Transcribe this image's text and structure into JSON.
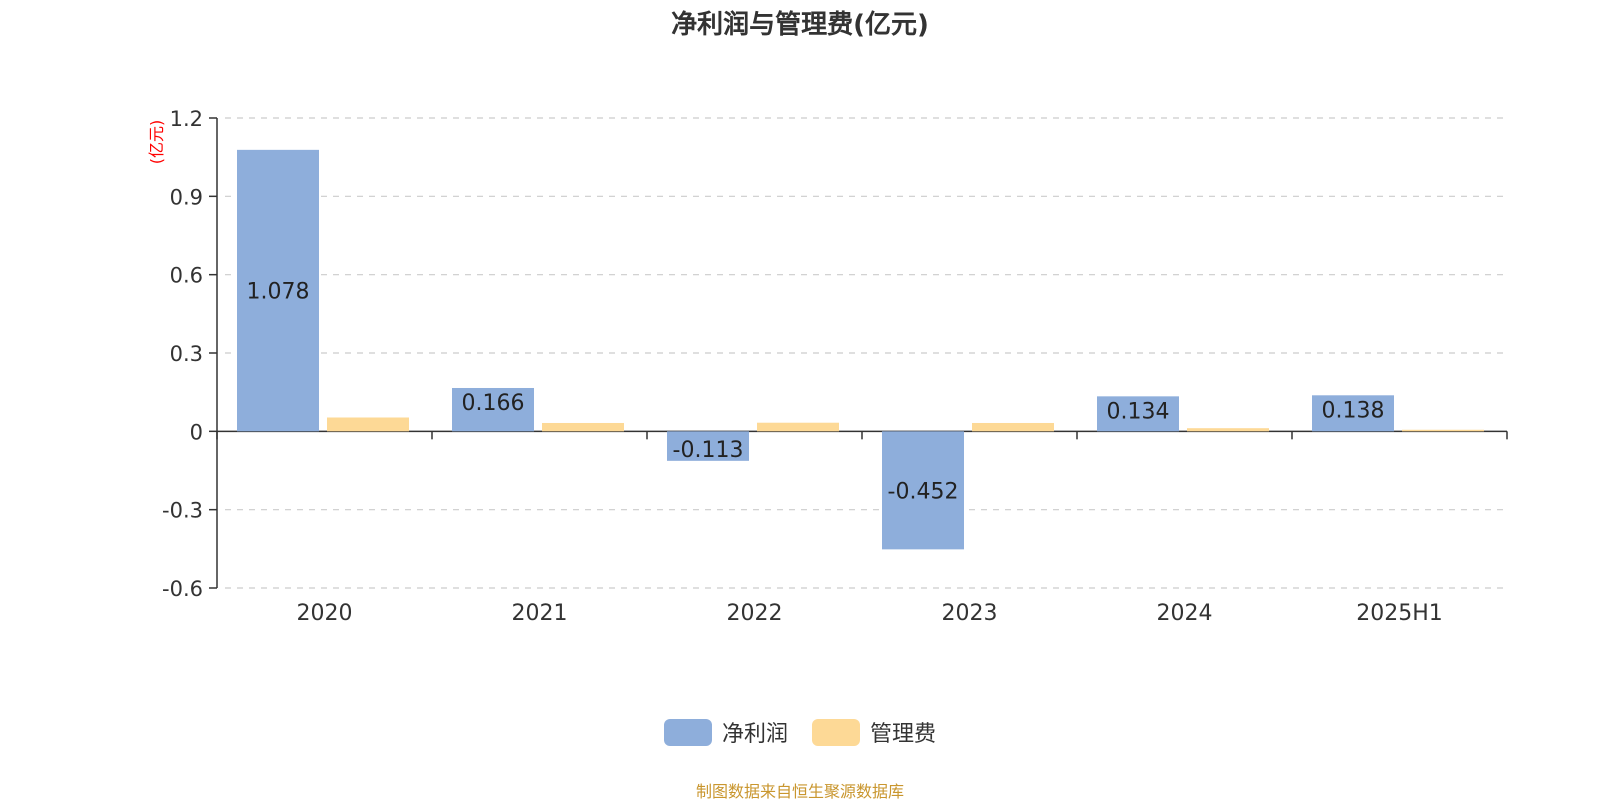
{
  "chart_data": {
    "type": "bar",
    "title": "净利润与管理费(亿元)",
    "ylabel": "(亿元)",
    "categories": [
      "2020",
      "2021",
      "2022",
      "2023",
      "2024",
      "2025H1"
    ],
    "series": [
      {
        "name": "净利润",
        "values": [
          1.078,
          0.166,
          -0.113,
          -0.452,
          0.134,
          0.138
        ],
        "color": "#8eaedb",
        "show_labels": true
      },
      {
        "name": "管理费",
        "values": [
          0.053,
          0.032,
          0.033,
          0.032,
          0.012,
          0.006
        ],
        "color": "#fdd996",
        "show_labels": false
      }
    ],
    "ylim": [
      -0.6,
      1.2
    ],
    "yticks": [
      -0.6,
      -0.3,
      0,
      0.3,
      0.6,
      0.9,
      1.2
    ],
    "ytick_labels": [
      "-0.6",
      "-0.3",
      "0",
      "0.3",
      "0.6",
      "0.9",
      "1.2"
    ],
    "grid": true,
    "legend_position": "bottom-center"
  },
  "source_note": "制图数据来自恒生聚源数据库"
}
